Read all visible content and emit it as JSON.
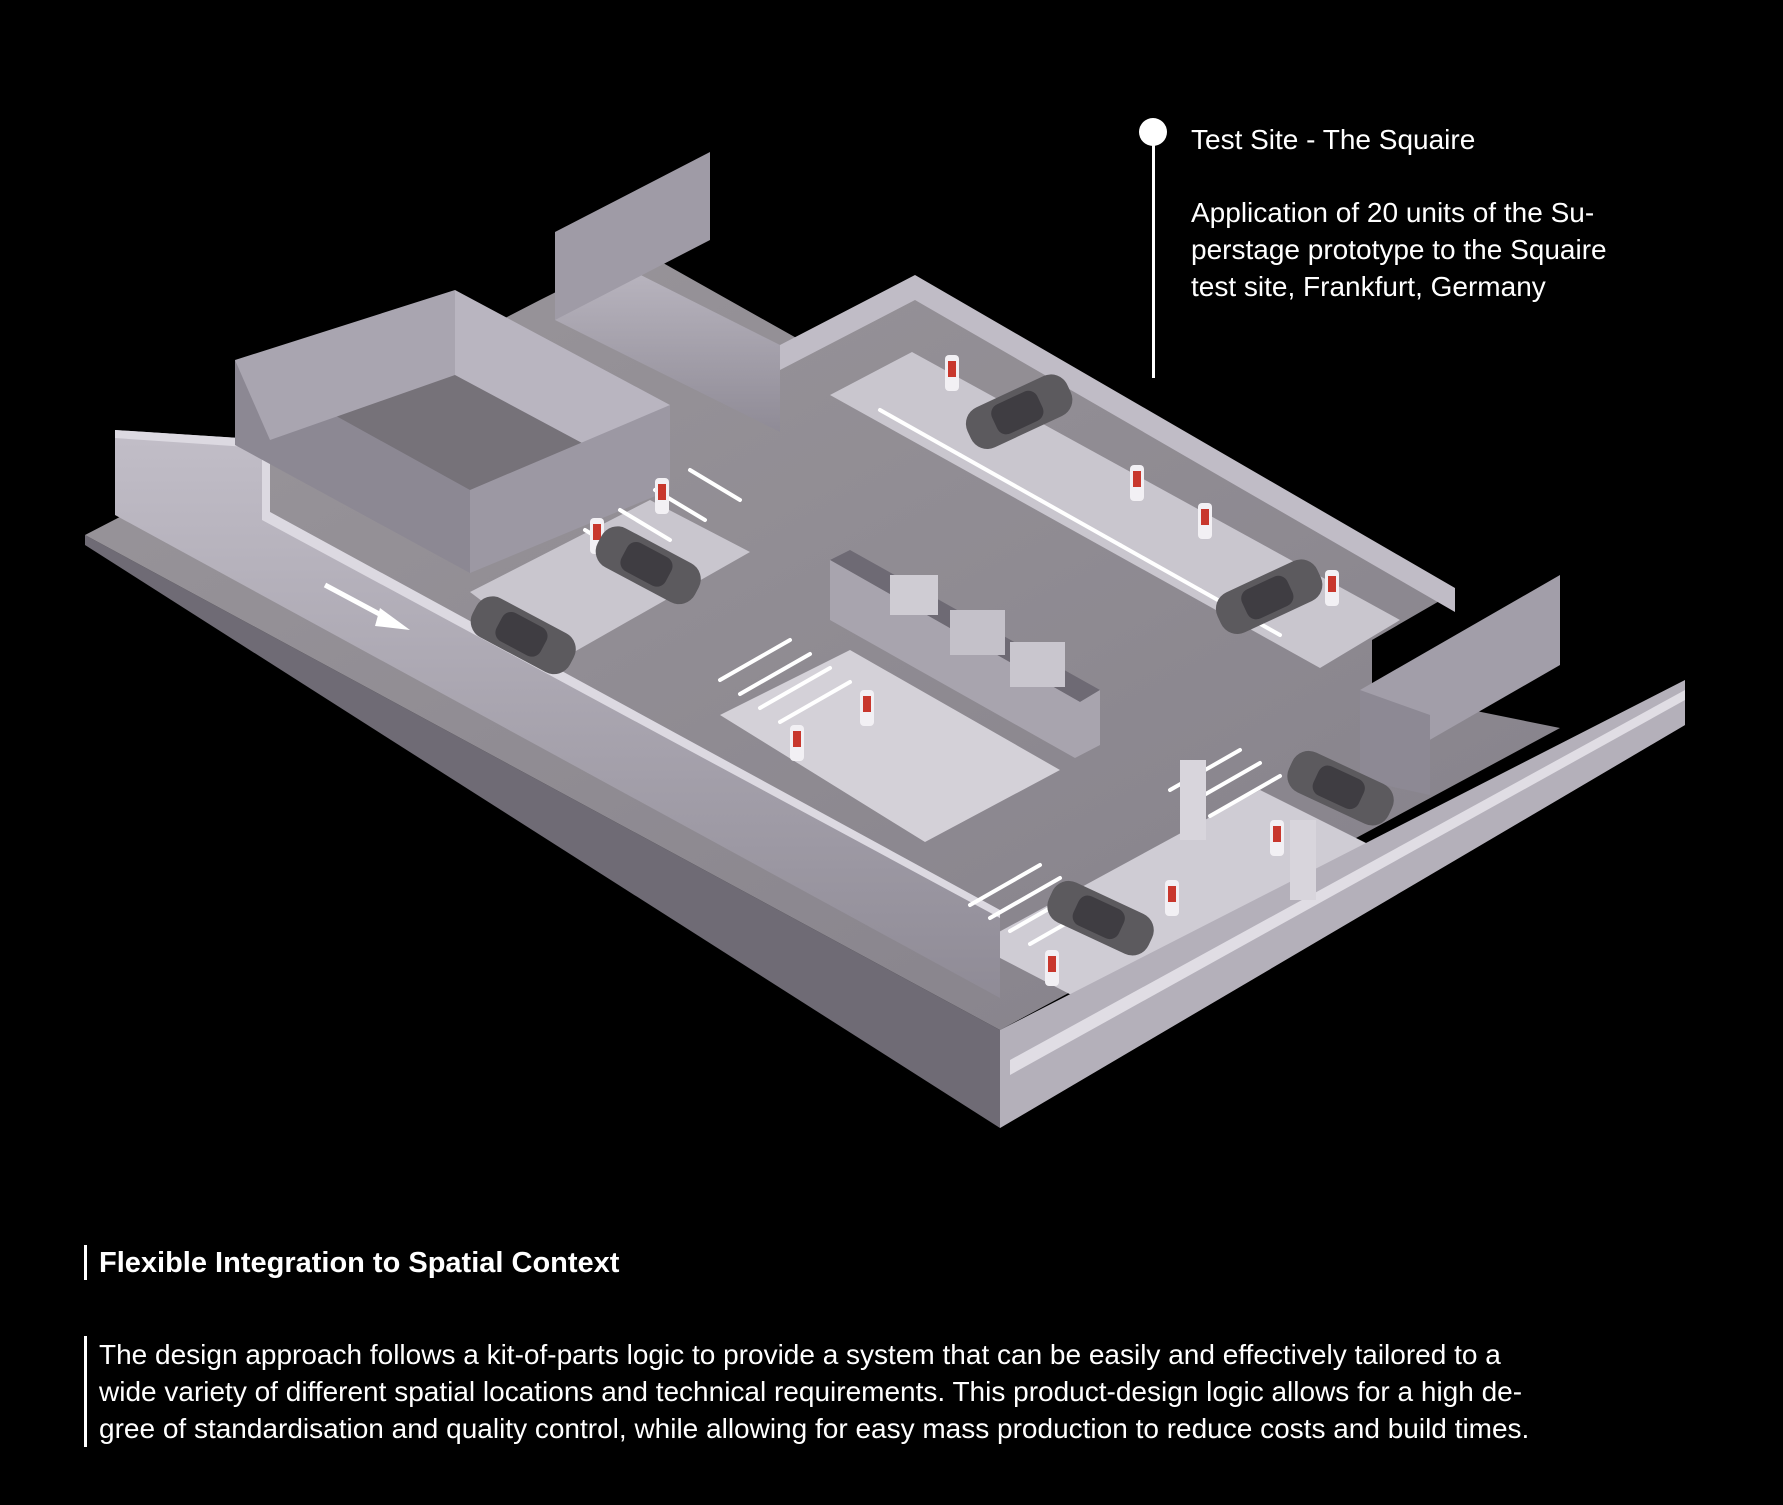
{
  "callout": {
    "title": "Test Site - The Squaire",
    "description_lines": [
      "Application of 20 units of the Su-",
      "perstage prototype to the Squaire",
      "test site, Frankfurt, Germany"
    ]
  },
  "section": {
    "title": "Flexible Integration to Spatial Context",
    "body_lines": [
      "The design approach follows a kit-of-parts logic to provide a system that can be easily and effectively tailored to a",
      "wide variety of different spatial locations and technical requirements. This product-design logic allows for a high de-",
      "gree of standardisation and quality control, while allowing for easy mass production to reduce costs and build times."
    ]
  },
  "colors": {
    "background": "#000000",
    "floor": "#8e8a8f",
    "wall_light": "#b7b3bd",
    "wall_dark": "#77737d",
    "marking": "#ffffff",
    "charger_accent": "#c8372d",
    "car": "#5c5a5e"
  }
}
